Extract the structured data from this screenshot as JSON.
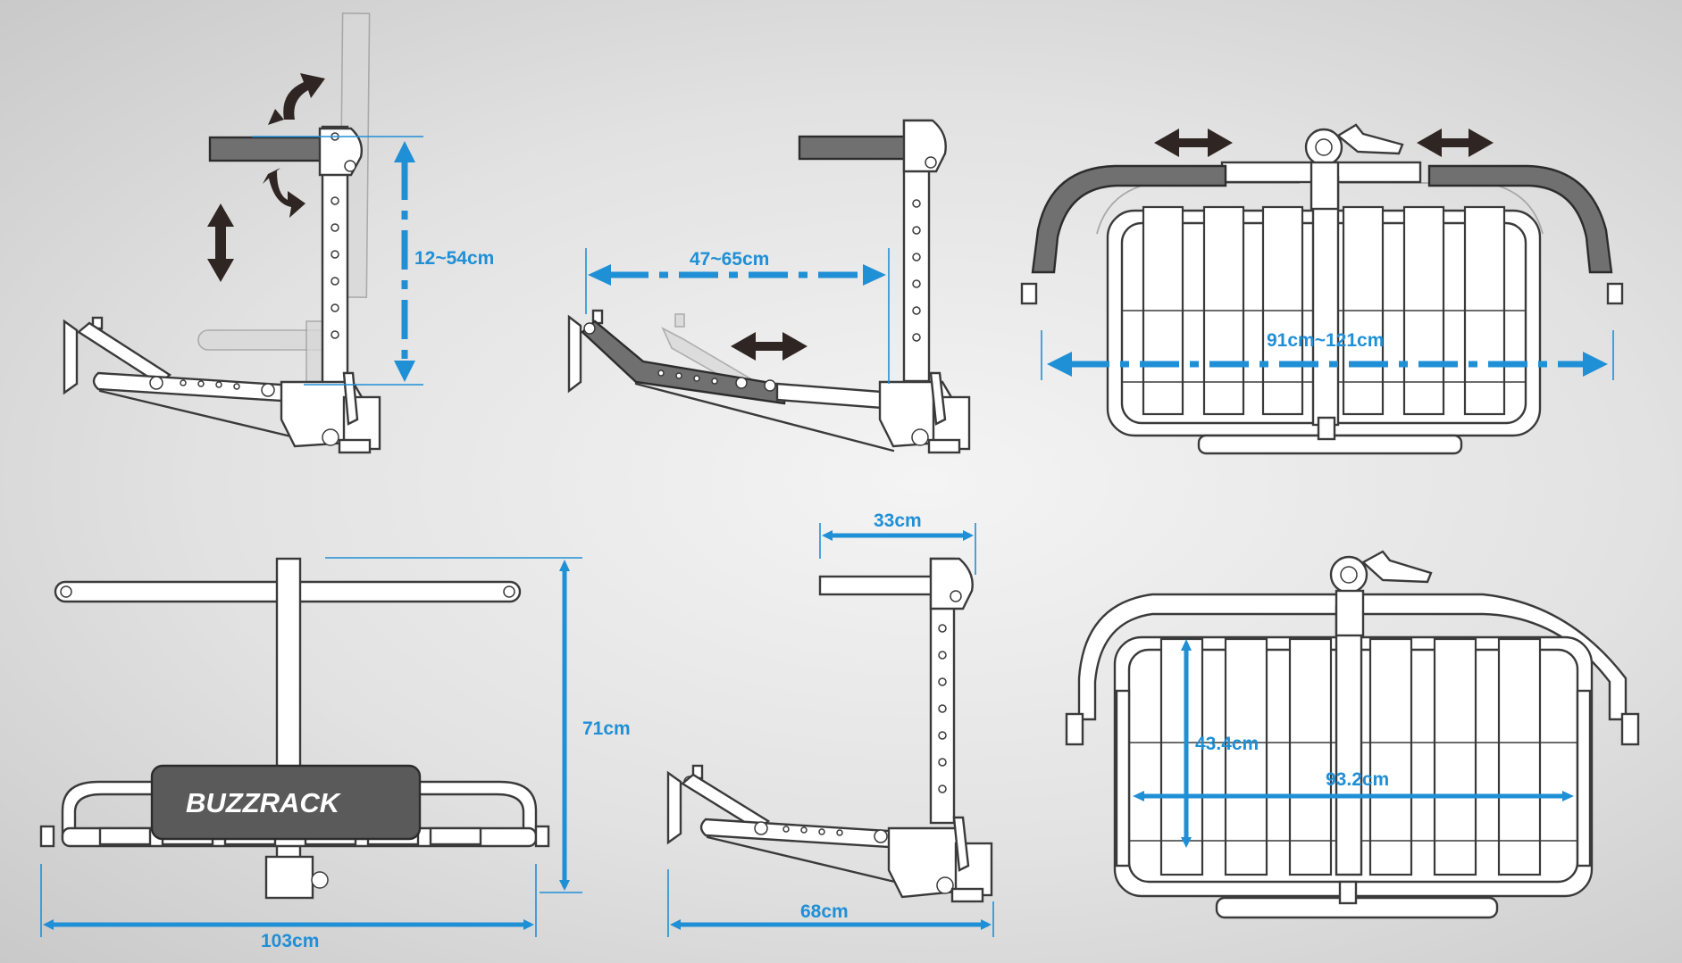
{
  "brand": {
    "logo_text": "BUZZRACK"
  },
  "dimensions": {
    "height_adjust": "12~54cm",
    "arm_reach_adjust": "47~65cm",
    "basket_width_adjust": "91cm~121cm",
    "overall_width": "103cm",
    "overall_height": "71cm",
    "arm_depth": "33cm",
    "overall_depth": "68cm",
    "basket_depth": "43.4cm",
    "basket_width": "93.2cm"
  },
  "colors": {
    "dimension_blue": "#1f8fd6",
    "adjust_arrow": "#2f2623",
    "outline": "#3a3a3a"
  },
  "icons": {
    "rotate": "curved-double-arrow-icon",
    "slide": "double-arrow-icon"
  }
}
